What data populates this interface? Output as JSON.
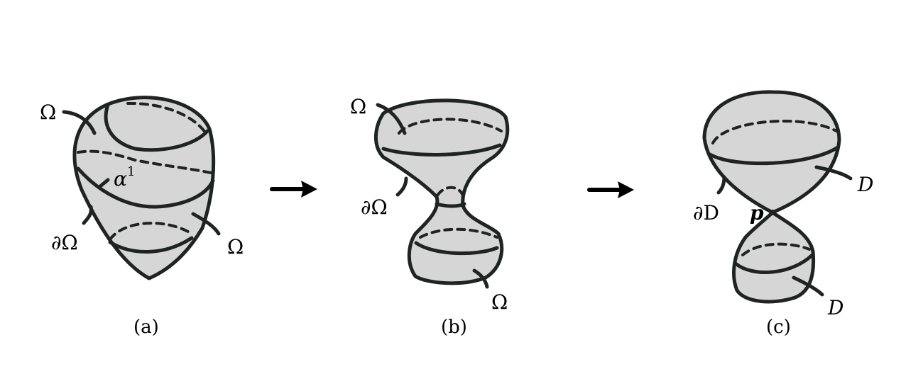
{
  "panels": [
    {
      "caption": "(a)",
      "labels": {
        "omega_top": "Ω",
        "alpha": "α",
        "alpha_sup": "1",
        "boundary": "∂Ω",
        "omega_right": "Ω"
      }
    },
    {
      "caption": "(b)",
      "labels": {
        "omega_top": "Ω",
        "boundary": "∂Ω",
        "omega_bottom": "Ω"
      }
    },
    {
      "caption": "(c)",
      "labels": {
        "d_upper": "D",
        "boundary": "∂D",
        "point": "p",
        "d_lower": "D"
      }
    }
  ]
}
